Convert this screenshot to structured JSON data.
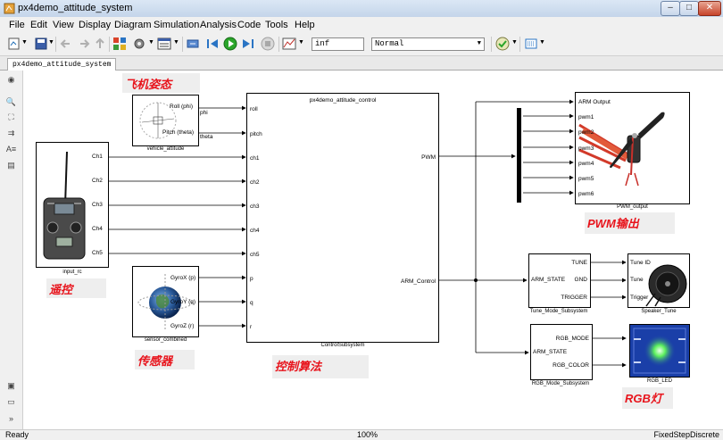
{
  "window": {
    "title": "px4demo_attitude_system",
    "minimize": "–",
    "maximize": "□",
    "close": "✕"
  },
  "menu": [
    "File",
    "Edit",
    "View",
    "Display",
    "Diagram",
    "Simulation",
    "Analysis",
    "Code",
    "Tools",
    "Help"
  ],
  "toolbar": {
    "stop_time": "inf",
    "sim_mode": "Normal"
  },
  "tab": {
    "label": "px4demo_attitude_system"
  },
  "blocks": {
    "vehicle_attitude": {
      "name": "vehicle_attitude",
      "roll": "Roll (phi)",
      "pitch": "Pitch (theta)",
      "out_phi": "phi",
      "out_theta": "theta"
    },
    "input_rc": {
      "name": "input_rc",
      "ports": [
        "Ch1",
        "Ch2",
        "Ch3",
        "Ch4",
        "Ch5"
      ]
    },
    "sensor_combined": {
      "name": "sensor_combined",
      "ports": [
        "GyroX (p)",
        "GyroY (q)",
        "GyroZ (r)"
      ]
    },
    "control": {
      "title": "px4demo_attitude_control",
      "name": "ControlSubsystem",
      "inputs": [
        "roll",
        "pitch",
        "ch1",
        "ch2",
        "ch3",
        "ch4",
        "ch5",
        "p",
        "q",
        "r"
      ],
      "out_pwm": "PWM",
      "out_arm": "ARM_Control"
    },
    "pwm_output": {
      "name": "PWM_output",
      "ports": [
        "ARM Output",
        "pwm1",
        "pwm2",
        "pwm3",
        "pwm4",
        "pwm5",
        "pwm6"
      ]
    },
    "tune_mode": {
      "name": "Tune_Mode_Subsystem",
      "in": "ARM_STATE",
      "outs": [
        "TUNE",
        "GND",
        "TRIGGER"
      ]
    },
    "speaker": {
      "name": "Speaker_Tune",
      "ports": [
        "Tune ID",
        "Tune",
        "Trigger"
      ]
    },
    "rgb_mode": {
      "name": "RGB_Mode_Subsystem",
      "in": "ARM_STATE",
      "outs": [
        "RGB_MODE",
        "RGB_COLOR"
      ]
    },
    "rgb_led": {
      "name": "RGB_LED"
    }
  },
  "annotations": {
    "attitude": "飞机姿态",
    "rc": "遥控",
    "sensor": "传感器",
    "algorithm": "控制算法",
    "pwm": "PWM输出",
    "rgb": "RGB灯"
  },
  "status": {
    "left": "Ready",
    "zoom": "100%",
    "solver": "FixedStepDiscrete"
  },
  "colors": {
    "annotation": "#e8141c",
    "run_green": "#2aa52a",
    "led_blue": "#1a3fa8"
  }
}
